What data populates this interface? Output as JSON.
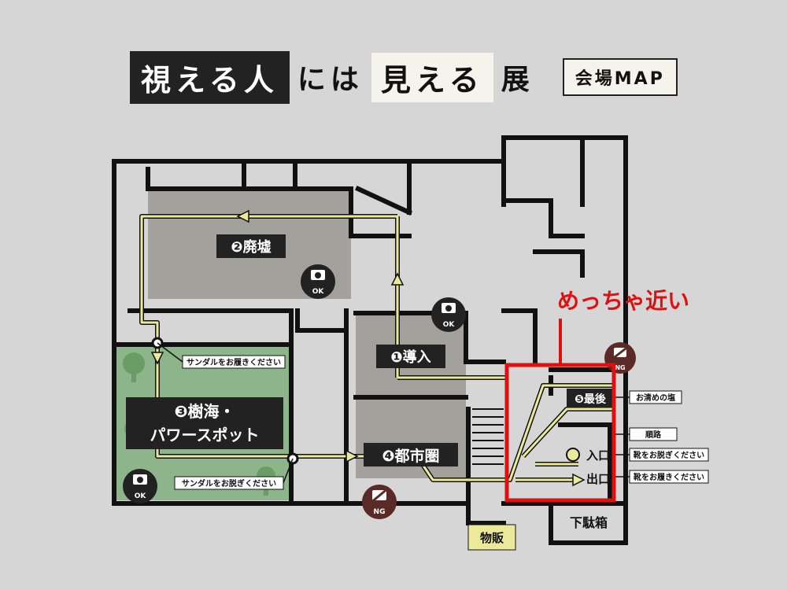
{
  "title": {
    "part1": "視える人",
    "part2": "には",
    "part3": "見える",
    "part4": "展",
    "venue_map": "会場MAP"
  },
  "rooms": {
    "r2": "❷廃墟",
    "r1": "❶導入",
    "r3_line1": "❸樹海・",
    "r3_line2": "パワースポット",
    "r4": "❹都市圏",
    "r5": "❺最後",
    "entrance": "入口",
    "exit": "出口",
    "shoe_box": "下駄箱",
    "shop": "物販"
  },
  "photo": {
    "ok": "OK",
    "ng": "NG"
  },
  "notes": {
    "sandal_put_on": "サンダルをお履きください",
    "sandal_take_off": "サンダルをお脱ぎください",
    "purify_salt": "お清めの塩",
    "route": "順路",
    "shoes_take_off": "靴をお脱ぎください",
    "shoes_put_on": "靴をお履きください"
  },
  "annotation": {
    "text": "めっちゃ近い",
    "color": "#e01010"
  },
  "colors": {
    "wall": "#111111",
    "room_gray": "#a3a19b",
    "forest": "#8db48a",
    "route": "#ecea9a",
    "background": "#d6d6d6"
  }
}
